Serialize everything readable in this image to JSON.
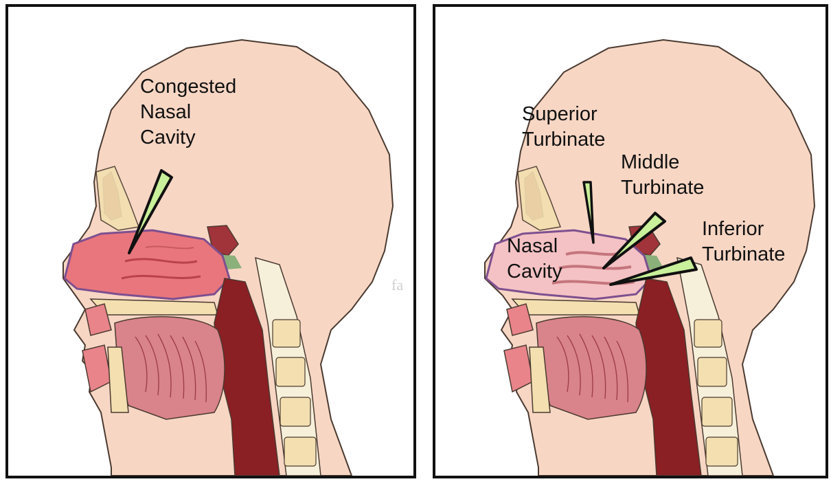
{
  "left_panel": {
    "label": [
      "Congested",
      "Nasal",
      "Cavity"
    ]
  },
  "right_panel": {
    "superior": [
      "Superior",
      "Turbinate"
    ],
    "middle": [
      "Middle",
      "Turbinate"
    ],
    "inferior": [
      "Inferior",
      "Turbinate"
    ],
    "nasal_cavity": [
      "Nasal",
      "Cavity"
    ]
  },
  "watermark": "fa",
  "colors": {
    "skin": "#f7d6c4",
    "skin_outline": "#4a3a30",
    "cavity_congested": "#e9767d",
    "cavity_normal": "#f4c2c4",
    "pointer": "#c9f09a",
    "tissue_dark": "#8a1f24",
    "spine": "#f6efd9",
    "bone": "#f3dfb0"
  }
}
